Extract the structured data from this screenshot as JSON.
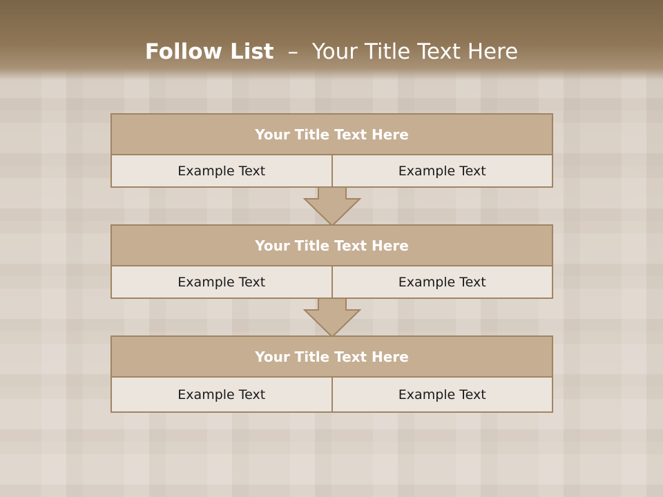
{
  "slide": {
    "title_bold": "Follow List",
    "title_dash": "–",
    "title_rest": "Your Title Text Here"
  },
  "blocks": [
    {
      "title": "Your Title Text Here",
      "left": "Example Text",
      "right": "Example Text"
    },
    {
      "title": "Your Title Text Here",
      "left": "Example Text",
      "right": "Example Text"
    },
    {
      "title": "Your Title Text Here",
      "left": "Example Text",
      "right": "Example Text"
    }
  ],
  "colors": {
    "header": "#8f7656",
    "block_title_fill": "#c6ae93",
    "block_border": "#a08463",
    "cell_fill": "#ece5de",
    "arrow_fill": "#c6ae93"
  },
  "icons": [
    "down-arrow-icon"
  ]
}
